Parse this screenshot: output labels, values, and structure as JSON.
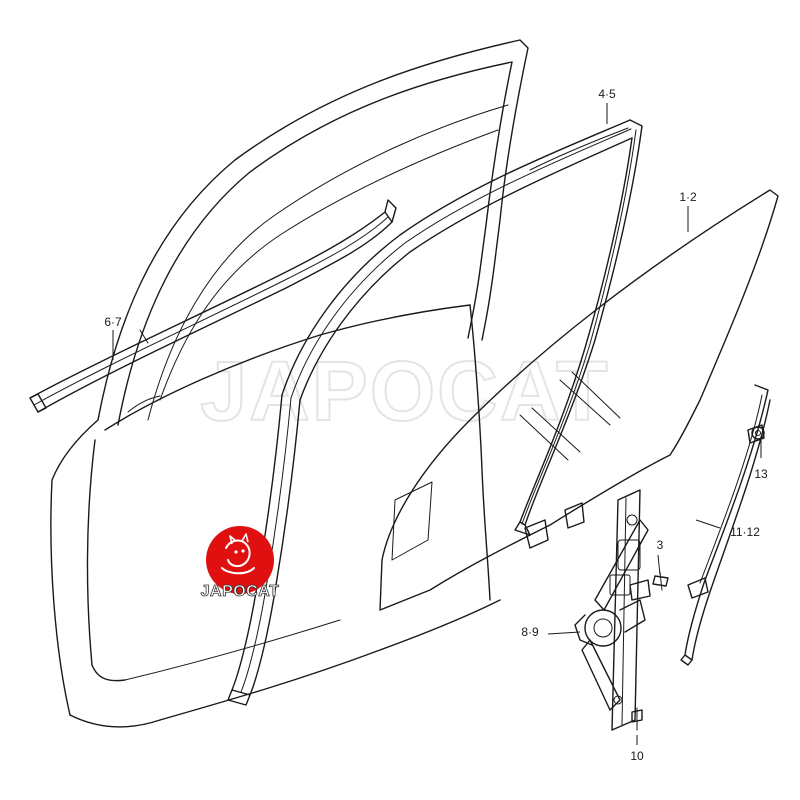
{
  "watermark": {
    "text": "JAPOCAT"
  },
  "logo": {
    "text": "JAPOCAT",
    "color": "#e01010"
  },
  "callouts": {
    "door_glass": "1·2",
    "sash_channel": "4·5",
    "outer_weatherstrip": "6·7",
    "screw": "3",
    "regulator": "8·9",
    "bolt": "10",
    "rear_channel": "11·12",
    "clip": "13"
  }
}
